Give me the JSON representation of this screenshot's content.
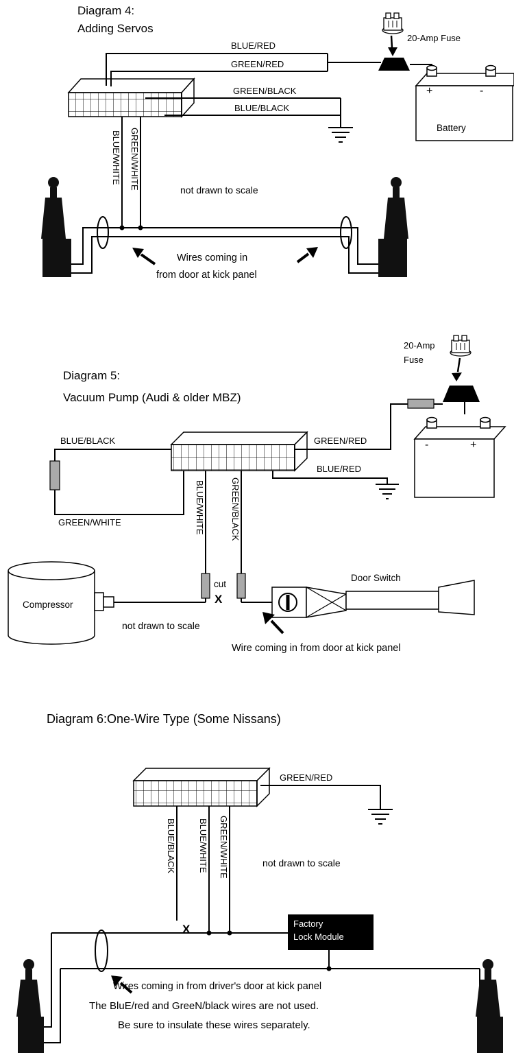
{
  "d4": {
    "title1": "Diagram 4:",
    "title2": "Adding Servos",
    "fuse": "20-Amp Fuse",
    "blue_red": "BLUE/RED",
    "green_red": "GREEN/RED",
    "green_black": "GREEN/BLACK",
    "blue_black": "BLUE/BLACK",
    "blue_white": "BLUE/WHITE",
    "green_white": "GREEN/WHITE",
    "battery": "Battery",
    "plus": "+",
    "minus": "-",
    "scale": "not drawn to scale",
    "cap1": "Wires coming in",
    "cap2": "from door at kick panel"
  },
  "d5": {
    "title1": "Diagram 5:",
    "title2": "Vacuum Pump (Audi & older MBZ)",
    "fuse1": "20-Amp",
    "fuse2": "Fuse",
    "minus": "-",
    "plus": "+",
    "blue_black": "BLUE/BLACK",
    "green_white": "GREEN/WHITE",
    "blue_white": "BLUE/WHITE",
    "green_black": "GREEN/BLACK",
    "green_red": "GREEN/RED",
    "blue_red": "BLUE/RED",
    "compressor": "Compressor",
    "cut": "cut",
    "x": "X",
    "door_switch": "Door Switch",
    "scale": "not drawn to scale",
    "cap": "Wire coming in from door at kick panel"
  },
  "d6": {
    "title": "Diagram 6:One-Wire Type (Some Nissans)",
    "green_red": "GREEN/RED",
    "blue_black": "BLUE/BLACK",
    "blue_white": "BLUE/WHITE",
    "green_white": "GREEN/WHITE",
    "scale": "not drawn to scale",
    "x": "X",
    "module1": "Factory",
    "module2": "Lock Module",
    "cap": "Wires coming in from driver's door at kick panel",
    "note1": "The BluE/red and GreeN/black wires are not used.",
    "note2": "Be sure to insulate these wires separately."
  }
}
